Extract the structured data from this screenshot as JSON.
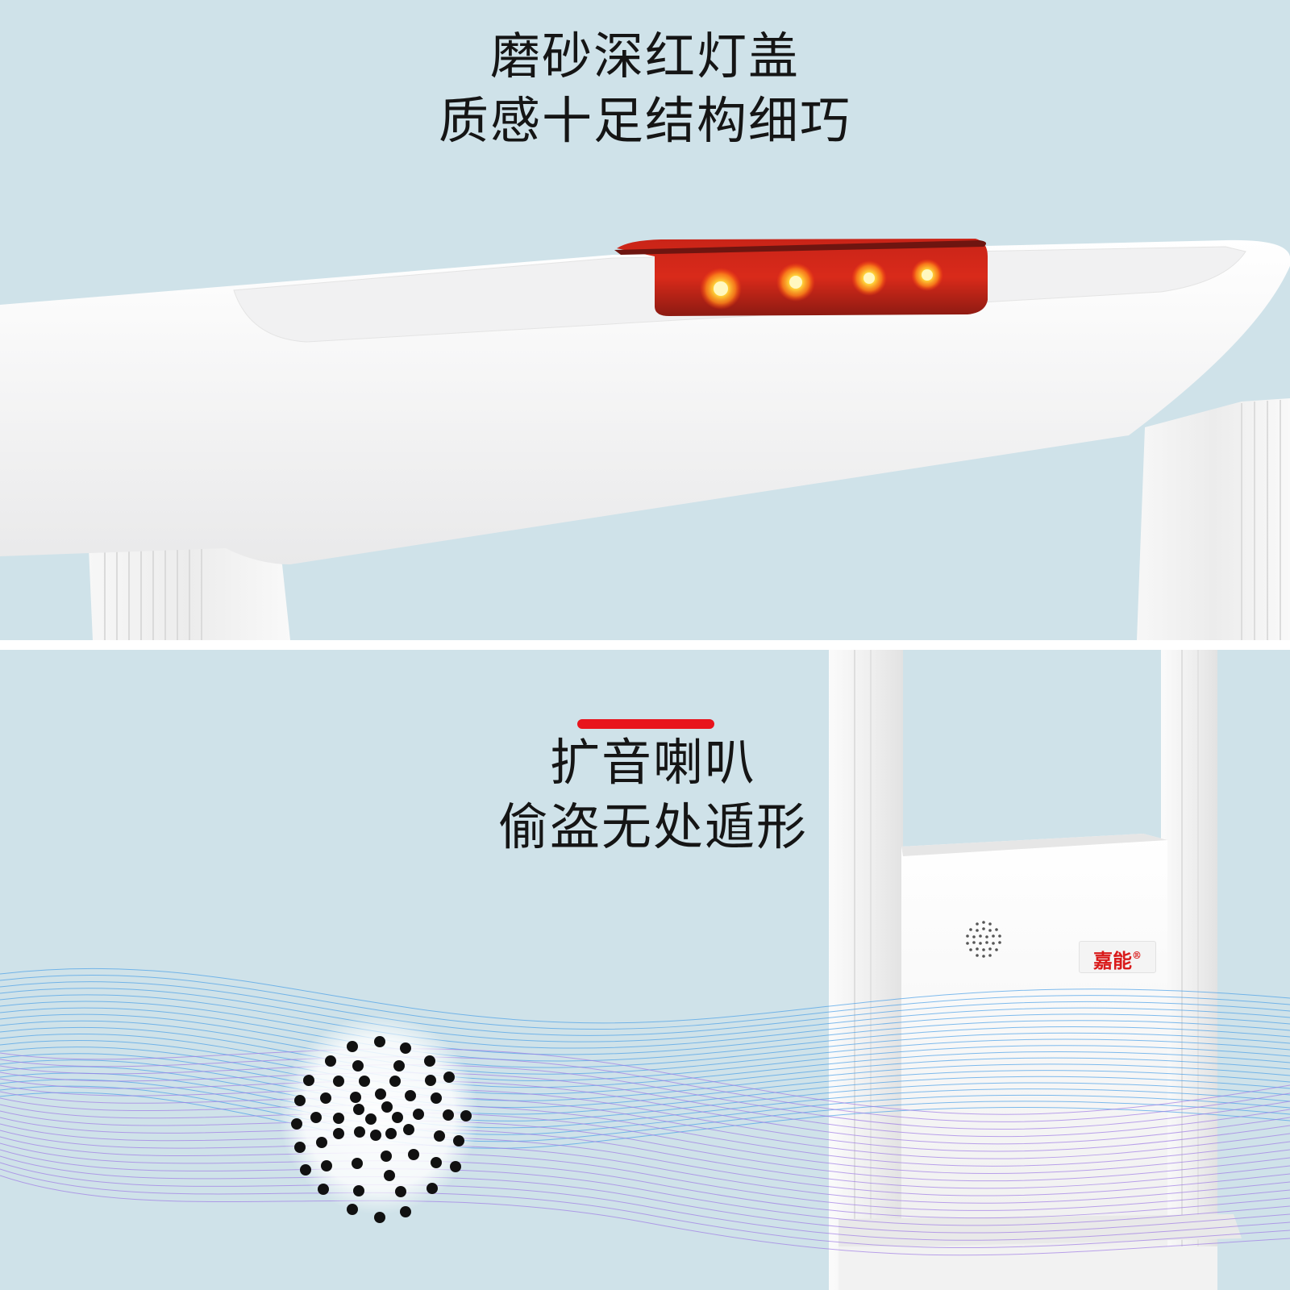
{
  "top_panel": {
    "heading_lines": [
      "磨砂深红灯盖",
      "质感十足结构细巧"
    ],
    "led_color": "#e0201a",
    "led_count": 4
  },
  "bottom_panel": {
    "heading_lines": [
      "扩音喇叭",
      "偷盗无处遁形"
    ],
    "accent_color": "#e8141c",
    "brand_logo": "嘉能",
    "brand_mark": "®"
  },
  "colors": {
    "background": "#cfe2e9",
    "device": "#f5f5f5",
    "wave_blue": "#4aa0e8",
    "wave_purple": "#a07ce6"
  }
}
